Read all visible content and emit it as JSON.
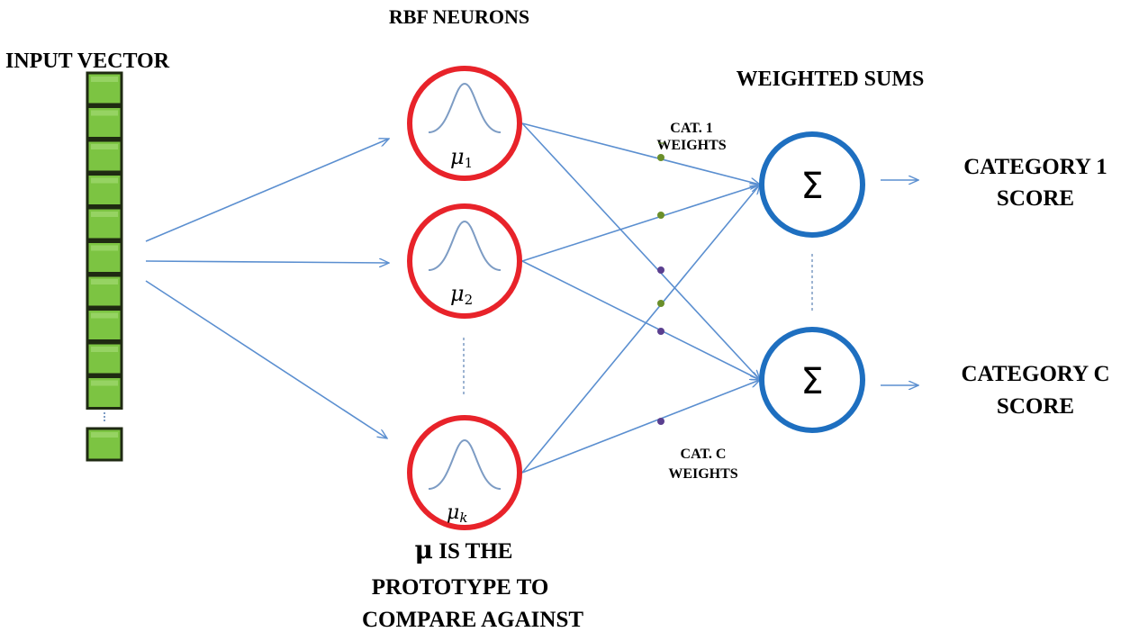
{
  "labels": {
    "rbf_neurons": "RBF NEURONS",
    "input_vector": "INPUT VECTOR",
    "weighted_sums": "WEIGHTED SUMS",
    "cat1_weights_l1": "CAT. 1",
    "cat1_weights_l2": "WEIGHTS",
    "catc_weights_l1": "CAT. C",
    "catc_weights_l2": "WEIGHTS",
    "category1_l1": "CATEGORY 1",
    "category1_l2": "SCORE",
    "categoryc_l1": "CATEGORY C",
    "categoryc_l2": "SCORE",
    "mu_symbol": "μ",
    "mu_note_l1_rest": " IS THE",
    "mu_note_l2": "PROTOTYPE TO",
    "mu_note_l3": "COMPARE AGAINST"
  },
  "input_cells": 11,
  "rbf_neurons": [
    {
      "mu": "μ",
      "subscript": "1"
    },
    {
      "mu": "μ",
      "subscript": "2"
    },
    {
      "mu": "μ",
      "subscript": "k"
    }
  ],
  "sum_nodes": [
    {
      "symbol": "Σ"
    },
    {
      "symbol": "Σ"
    }
  ],
  "colors": {
    "input_cell_fill": "#7cc442",
    "input_cell_border": "#1f2a12",
    "rbf_ring": "#e8232a",
    "sum_ring": "#1e6fc0",
    "edge": "#5b8fd0",
    "cat1_weight_dot": "#6a8f2a",
    "catc_weight_dot": "#5a3f8f",
    "gaussian_curve": "#7d9cc4"
  }
}
